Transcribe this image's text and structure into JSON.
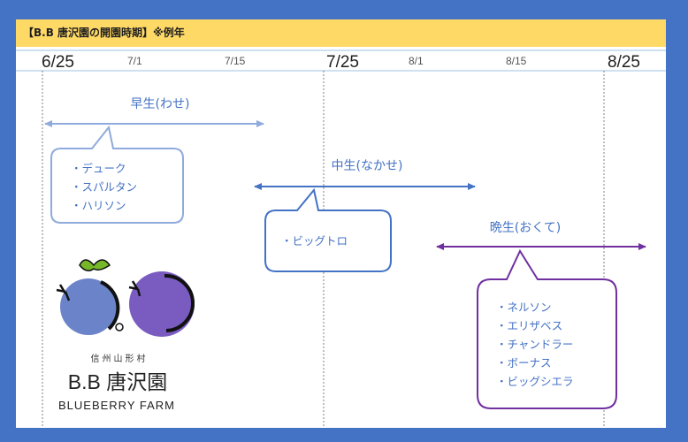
{
  "title": "【B.B 唐沢園の開園時期】※例年",
  "dates": {
    "major": [
      "6/25",
      "7/25",
      "8/25"
    ],
    "minor": [
      "7/1",
      "7/15",
      "8/1",
      "8/15"
    ]
  },
  "seasons": [
    {
      "key": "early",
      "label": "早生(わせ)",
      "color": "#8faadc",
      "varieties": [
        "・デューク",
        "・スパルタン",
        "・ハリソン"
      ]
    },
    {
      "key": "mid",
      "label": "中生(なかせ)",
      "color": "#4472c4",
      "varieties": [
        "・ビッグトロ"
      ]
    },
    {
      "key": "late",
      "label": "晩生(おくて)",
      "color": "#7030a0",
      "varieties": [
        "・ネルソン",
        "・エリザベス",
        "・チャンドラー",
        "・ボーナス",
        "・ビッグシエラ"
      ]
    }
  ],
  "logo": {
    "region": "信州山形村",
    "name": "B.B 唐沢園",
    "english": "BLUEBERRY FARM",
    "colors": {
      "berry1": "#6b84c9",
      "berry2": "#7a5cc0",
      "leaf": "#76b82a",
      "outline": "#111111"
    }
  }
}
